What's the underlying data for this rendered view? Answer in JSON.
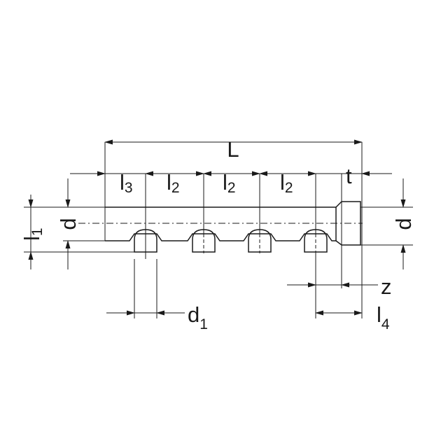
{
  "diagram": {
    "stroke_color": "#1a1a1a",
    "background": "#ffffff",
    "labels": {
      "L": "L",
      "t": "t",
      "d_left": "d",
      "d_right": "d",
      "z": "z",
      "l3": {
        "main": "l",
        "sub": "3"
      },
      "l2_a": {
        "main": "l",
        "sub": "2"
      },
      "l2_b": {
        "main": "l",
        "sub": "2"
      },
      "l2_c": {
        "main": "l",
        "sub": "2"
      },
      "l1": {
        "main": "l",
        "sub": "1"
      },
      "d1": {
        "main": "d",
        "sub": "1"
      },
      "l4": {
        "main": "l",
        "sub": "4"
      }
    },
    "outlet_count": 4
  }
}
